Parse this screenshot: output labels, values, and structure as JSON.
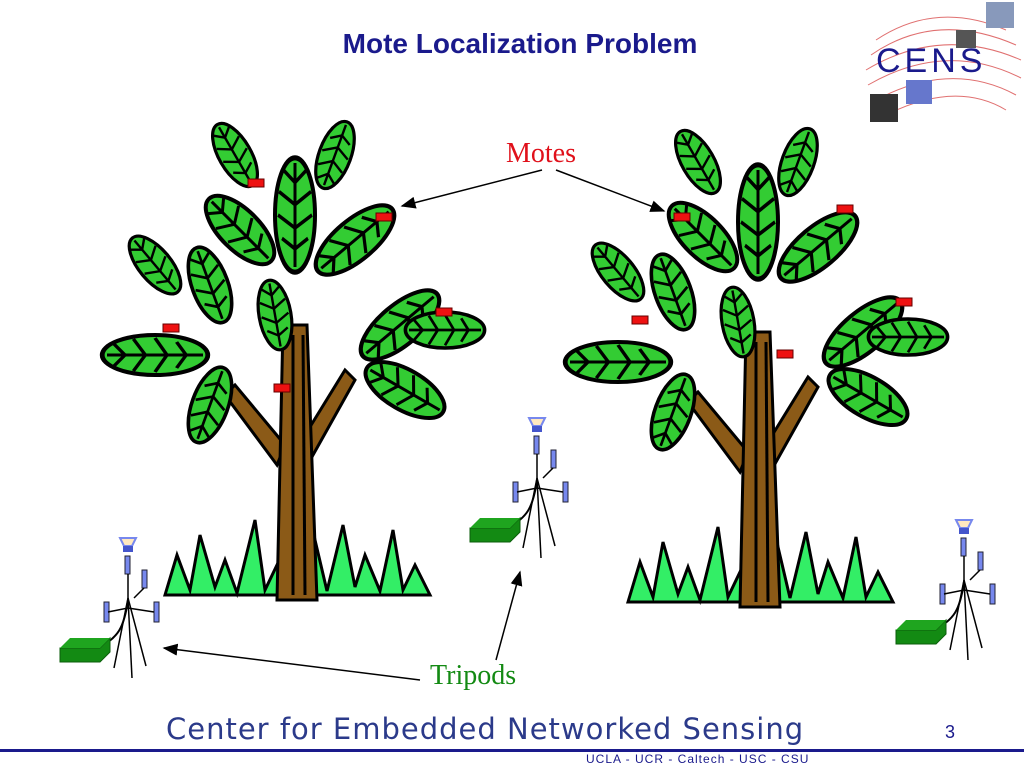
{
  "slide": {
    "title": "Mote Localization Problem",
    "label_motes": "Motes",
    "label_tripods": "Tripods",
    "footer_title": "Center for Embedded Networked Sensing",
    "footer_sub": "UCLA - UCR - Caltech - USC - CSU",
    "page_number": "3",
    "logo_text": "CENS"
  },
  "colors": {
    "title": "#1a1a8c",
    "motes_label": "#e0101a",
    "tripods_label": "#138a13",
    "leaf": "#33cc33",
    "leaf_vein": "#000000",
    "trunk": "#8b5a17",
    "grass": "#33ee66",
    "mote": "#ee1111",
    "tripod_pad": "#138a13",
    "sensor_blue": "#7788ee"
  },
  "icons": {
    "logo": "cens-logo",
    "tree": "tree-icon",
    "mote": "mote-icon",
    "tripod": "tripod-icon"
  }
}
